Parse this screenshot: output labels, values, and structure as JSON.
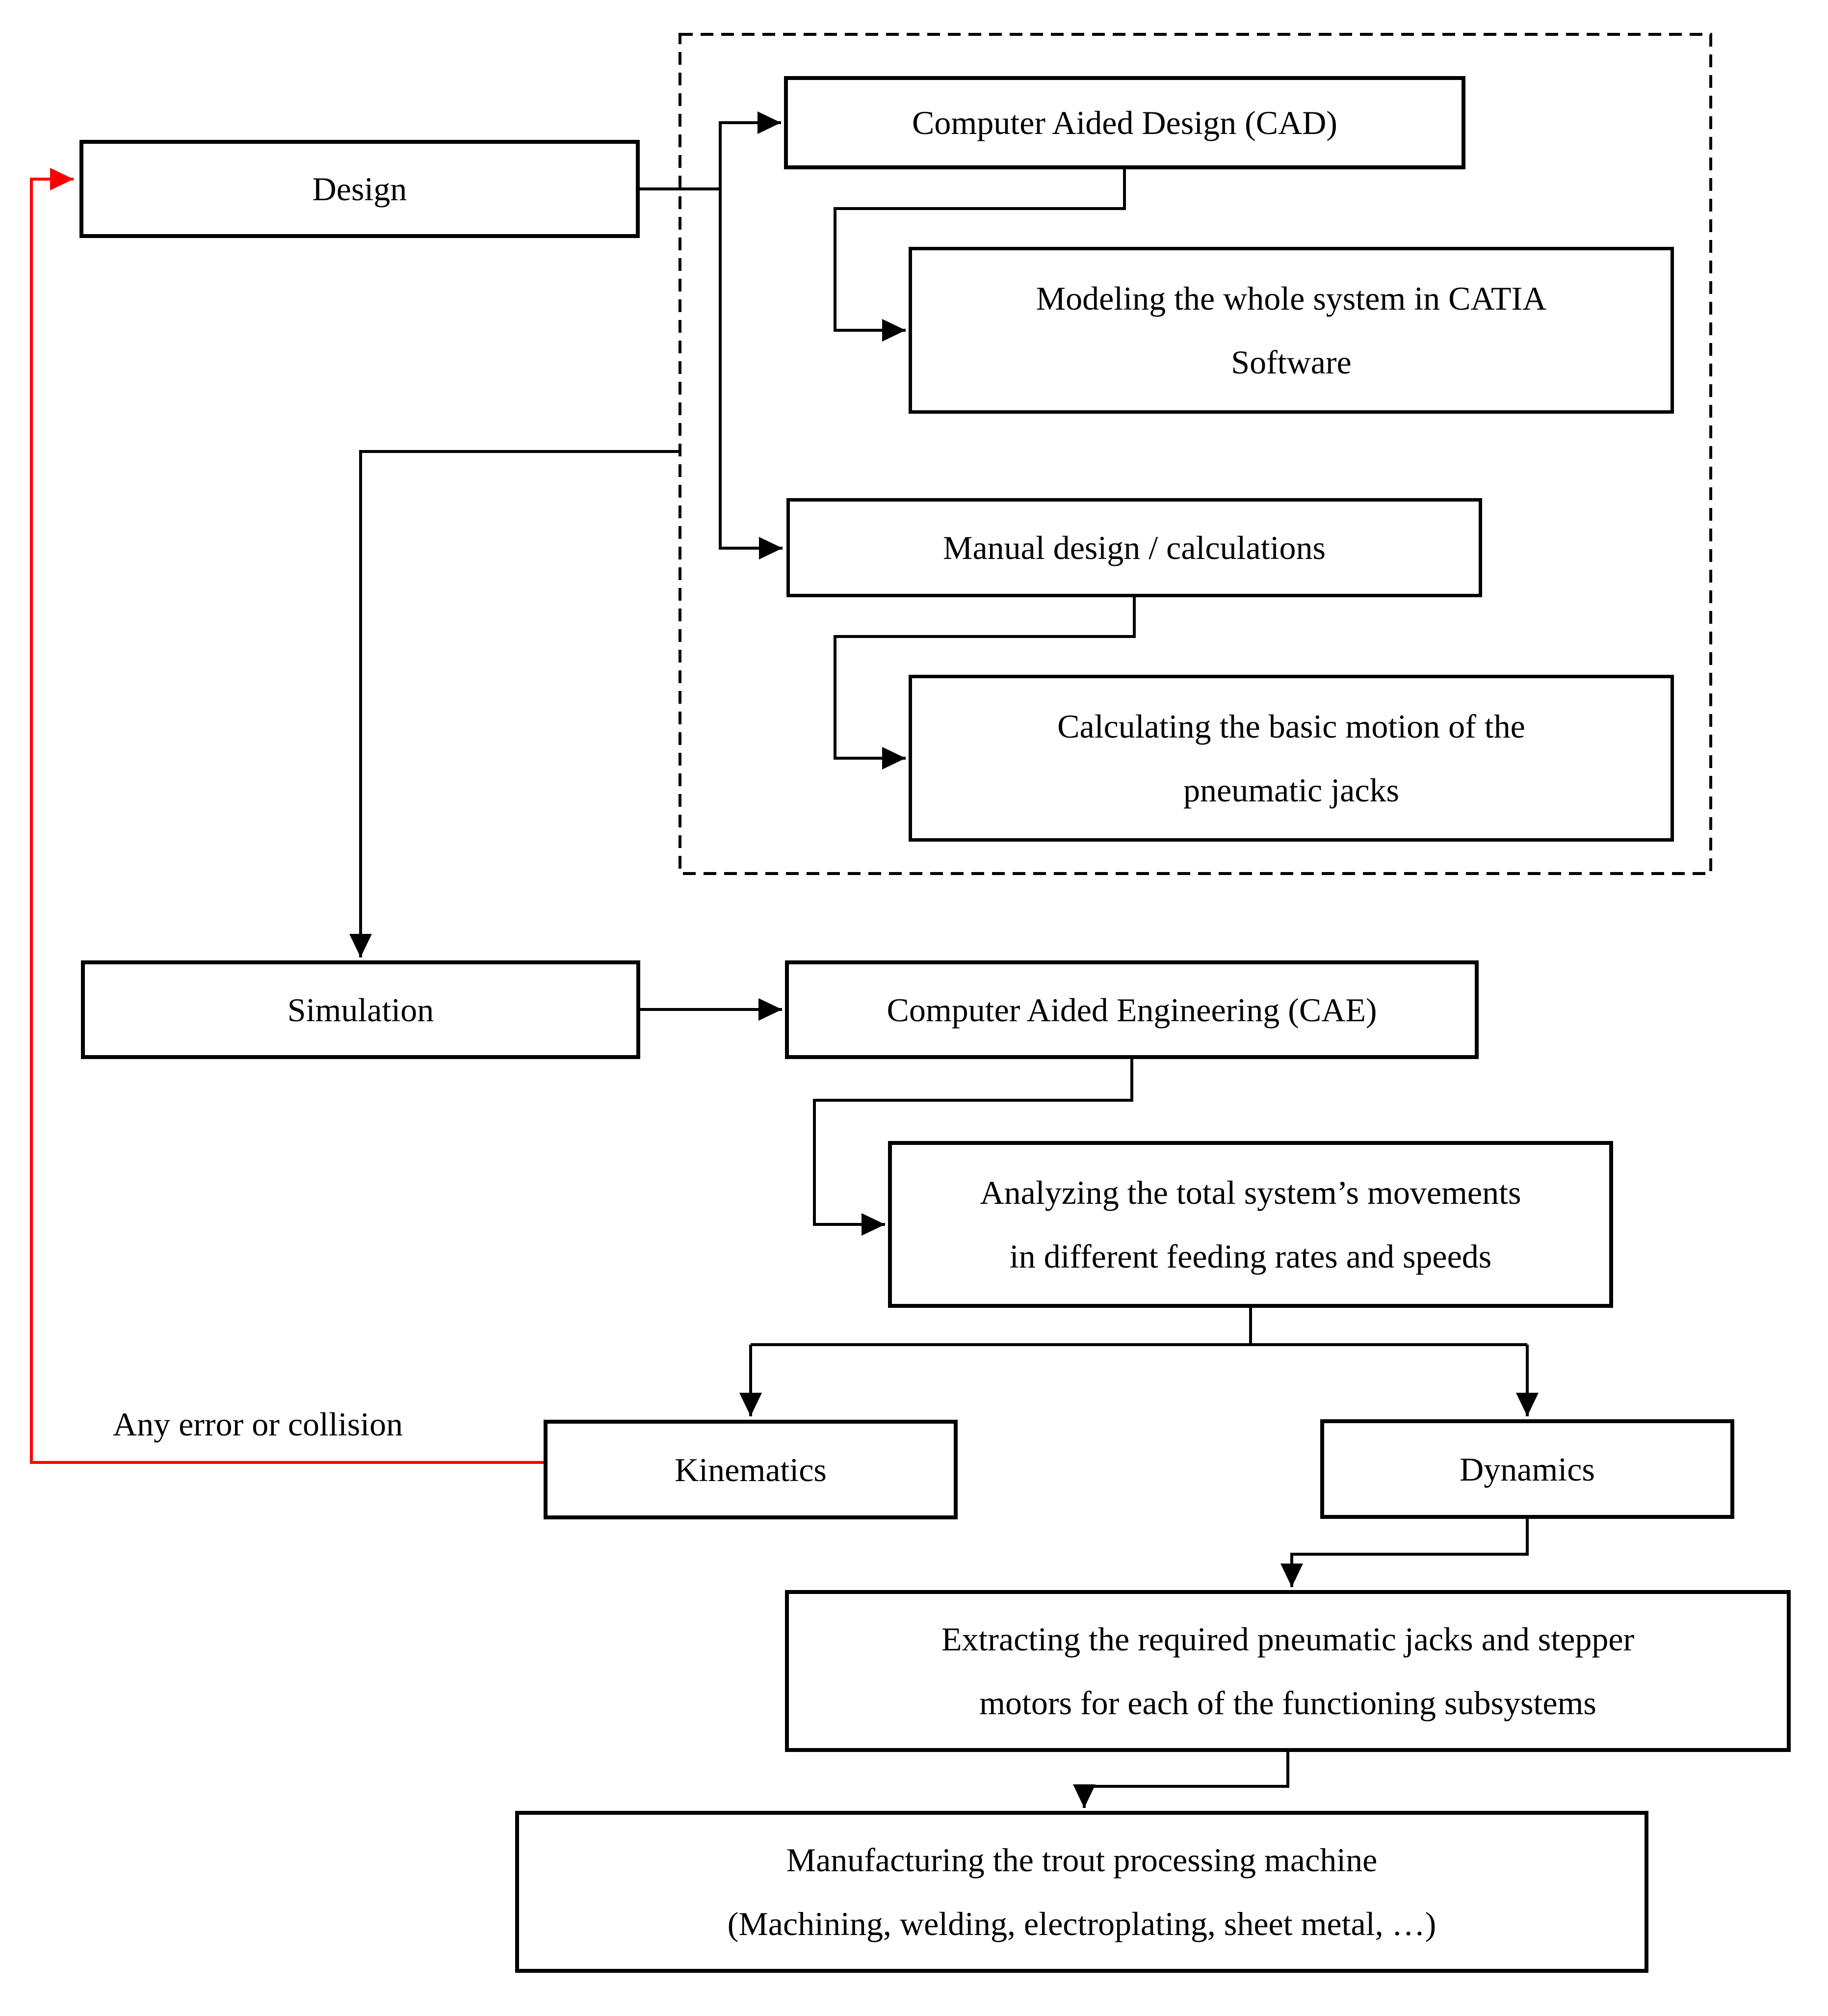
{
  "diagram": {
    "background_color": "#ffffff",
    "line_color": "#000000",
    "feedback_line_color": "#ff0000",
    "boxes": {
      "design": {
        "lines": [
          "Design"
        ]
      },
      "cad": {
        "lines": [
          "Computer Aided Design (CAD)"
        ]
      },
      "modeling": {
        "lines": [
          "Modeling the whole system in CATIA",
          "Software"
        ]
      },
      "manual": {
        "lines": [
          "Manual design / calculations"
        ]
      },
      "calculating": {
        "lines": [
          "Calculating the basic motion of the",
          "pneumatic jacks"
        ]
      },
      "simulation": {
        "lines": [
          "Simulation"
        ]
      },
      "cae": {
        "lines": [
          "Computer Aided Engineering (CAE)"
        ]
      },
      "analyzing": {
        "lines": [
          "Analyzing the total system’s movements",
          "in different feeding rates and speeds"
        ]
      },
      "kinematics": {
        "lines": [
          "Kinematics"
        ]
      },
      "dynamics": {
        "lines": [
          "Dynamics"
        ]
      },
      "extracting": {
        "lines": [
          "Extracting the required pneumatic jacks and stepper",
          "motors for each of the functioning subsystems"
        ]
      },
      "manufacturing": {
        "lines": [
          "Manufacturing the trout processing machine",
          "(Machining, welding, electroplating, sheet metal, …)"
        ]
      }
    },
    "labels": {
      "feedback": "Any error or collision"
    }
  }
}
